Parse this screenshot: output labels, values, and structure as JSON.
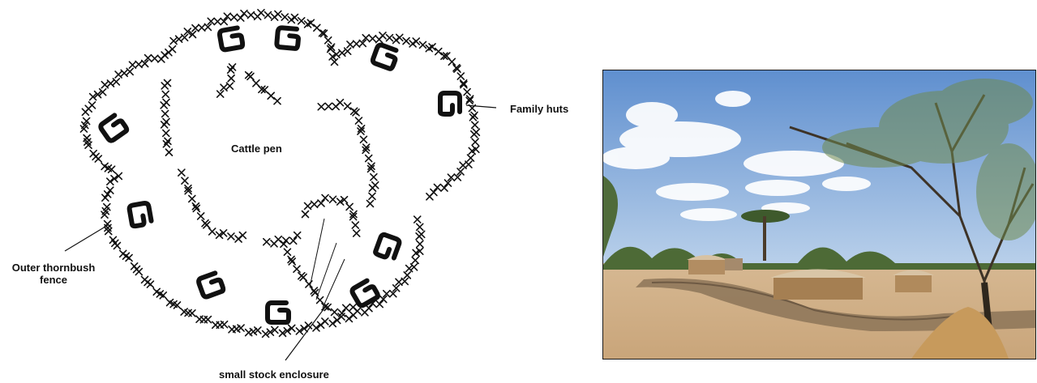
{
  "diagram": {
    "labels": {
      "family_huts": "Family huts",
      "cattle_pen": "Cattle pen",
      "outer_fence_line1": "Outer thornbush",
      "outer_fence_line2": "fence",
      "small_stock": "small stock enclosure"
    },
    "colors": {
      "ink": "#111111"
    }
  },
  "photo": {
    "subject": "thornbush-homestead-photo",
    "colors": {
      "sky": "#7fa6d8",
      "ground": "#cfae86",
      "tree": "#4f6b3a"
    }
  }
}
